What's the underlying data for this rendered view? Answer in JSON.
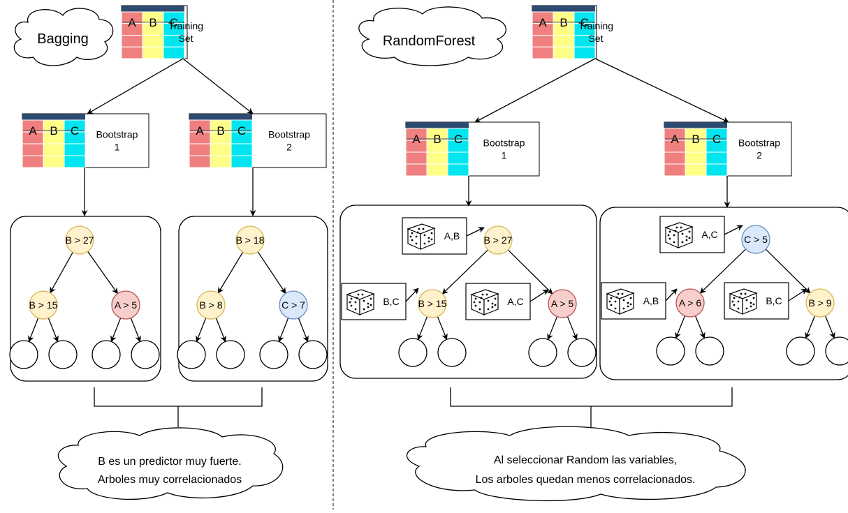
{
  "colors": {
    "header": "#2d4a70",
    "col_a": "#f08080",
    "col_b": "#ffff88",
    "col_c": "#00e5ef",
    "yellow_node": "#fff2cc",
    "yellow_node_stroke": "#d6b656",
    "red_node": "#f8cecc",
    "red_node_stroke": "#b85450",
    "blue_node": "#dae8fc",
    "blue_node_stroke": "#6c8ebf"
  },
  "table_headers": [
    "A",
    "B",
    "C"
  ],
  "bagging": {
    "title": "Bagging",
    "training_set": [
      "Training",
      "Set"
    ],
    "bootstrap1": [
      "Bootstrap",
      "1"
    ],
    "bootstrap2": [
      "Bootstrap",
      "2"
    ],
    "tree1": {
      "root": "B > 27",
      "left": "B > 15",
      "right": "A > 5"
    },
    "tree2": {
      "root": "B > 18",
      "left": "B > 8",
      "right": "C > 7"
    },
    "note": [
      "B es un predictor muy fuerte.",
      "Arboles muy correlacionados"
    ]
  },
  "random_forest": {
    "title": "RandomForest",
    "training_set": [
      "Training",
      "Set"
    ],
    "bootstrap1": [
      "Bootstrap",
      "1"
    ],
    "bootstrap2": [
      "Bootstrap",
      "2"
    ],
    "tree1": {
      "root": "B > 27",
      "left": "B > 15",
      "right": "A > 5",
      "dice_root": "A,B",
      "dice_left": "B,C",
      "dice_right": "A,C"
    },
    "tree2": {
      "root": "C > 5",
      "left": "A > 6",
      "right": "B > 9",
      "dice_root": "A,C",
      "dice_left": "A,B",
      "dice_right": "B,C"
    },
    "note": [
      "Al seleccionar Random las variables,",
      "Los arboles quedan menos correlacionados."
    ]
  }
}
